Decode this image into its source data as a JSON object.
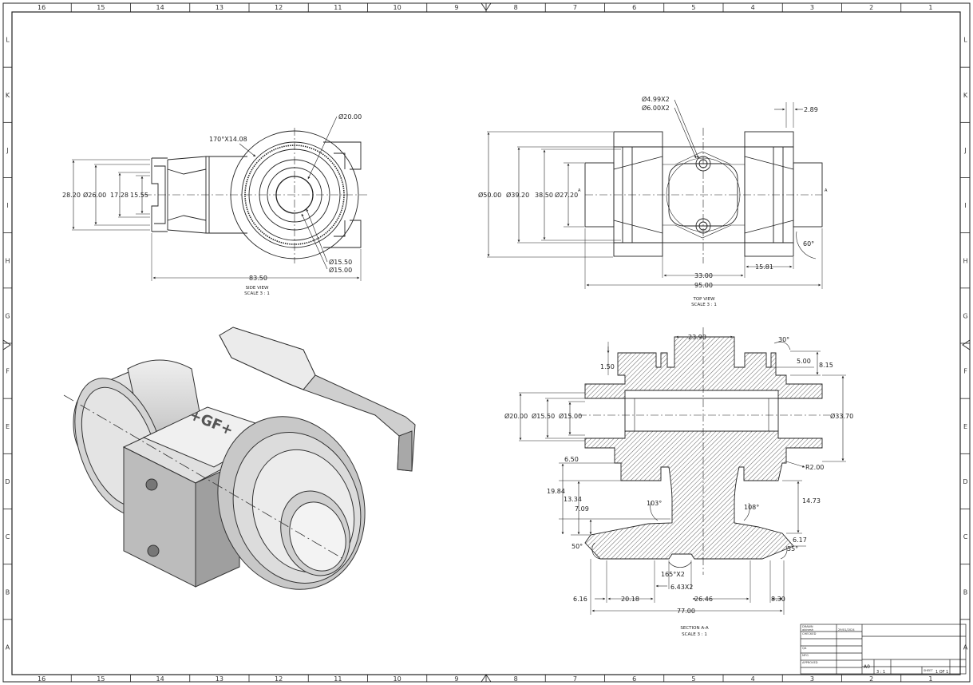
{
  "zones": {
    "columns": [
      "16",
      "15",
      "14",
      "13",
      "12",
      "11",
      "10",
      "9",
      "8",
      "7",
      "6",
      "5",
      "4",
      "3",
      "2",
      "1"
    ],
    "rows": [
      "L",
      "K",
      "J",
      "I",
      "H",
      "G",
      "F",
      "E",
      "D",
      "C",
      "B",
      "A"
    ]
  },
  "side_view": {
    "caption_title": "SIDE VIEW",
    "caption_scale": "SCALE 3 : 1",
    "dims": {
      "d_bore": "Ø20.00",
      "thread": "170°X14.08",
      "d_28": "28.20",
      "d_26": "Ø26.00",
      "d_17": "17.28",
      "d_15_55": "15.55",
      "d_15_50": "Ø15.50",
      "d_15_00": "Ø15.00",
      "len": "83.50"
    }
  },
  "top_view": {
    "caption_title": "TOP VIEW",
    "caption_scale": "SCALE 3 : 1",
    "section_mark": "A",
    "dims": {
      "holes_small": "Ø4.99X2",
      "holes_large": "Ø6.00X2",
      "offset": "2.89",
      "d_50": "Ø50.00",
      "d_39": "Ø39.20",
      "d_38": "38.50",
      "d_27": "Ø27.20",
      "w_33": "33.00",
      "w_15_81": "15.81",
      "w_95": "95.00",
      "angle": "60°"
    }
  },
  "section": {
    "caption_title": "SECTION A-A",
    "caption_scale": "SCALE 3 : 1",
    "dims": {
      "top_w": "23.90",
      "chamfer": "30°",
      "groove": "5.00",
      "d_8_15": "8.15",
      "d_1_50": "1.50",
      "d_20": "Ø20.00",
      "d_15_50": "Ø15.50",
      "d_15_00": "Ø15.00",
      "d_33_70": "Ø33.70",
      "d_6_50": "6.50",
      "r2": "R2.00",
      "d_19_84": "19.84",
      "d_13_34": "13.34",
      "d_7_09": "7.09",
      "a_103": "103°",
      "a_108": "108°",
      "d_14_73": "14.73",
      "d_6_17": "6.17",
      "a_50": "50°",
      "a_55": "55°",
      "a_165": "165°X2",
      "d_6_43": "6.43X2",
      "d_6_16": "6.16",
      "d_20_18": "20.18",
      "d_26_46": "26.46",
      "d_8_30": "8.30",
      "d_77": "77.00"
    }
  },
  "iso_view": {
    "logo": "+GF+"
  },
  "title_block": {
    "drawn_by_label": "DRAWN",
    "author": "abinesh",
    "date": "29/01/2024",
    "checked_label": "CHECKED",
    "qa_label": "QA",
    "mfg_label": "MFG",
    "approved_label": "APPROVED",
    "size": "A0",
    "scale_val": "3 : 1",
    "sheet_label": "SHEET",
    "sheet_val": "1 OF 1"
  },
  "colors": {
    "line": "#222222",
    "hatch": "#555555",
    "face_light": "#f2f2f2",
    "face_mid": "#d6d6d6",
    "face_dark": "#a9a9a9"
  }
}
